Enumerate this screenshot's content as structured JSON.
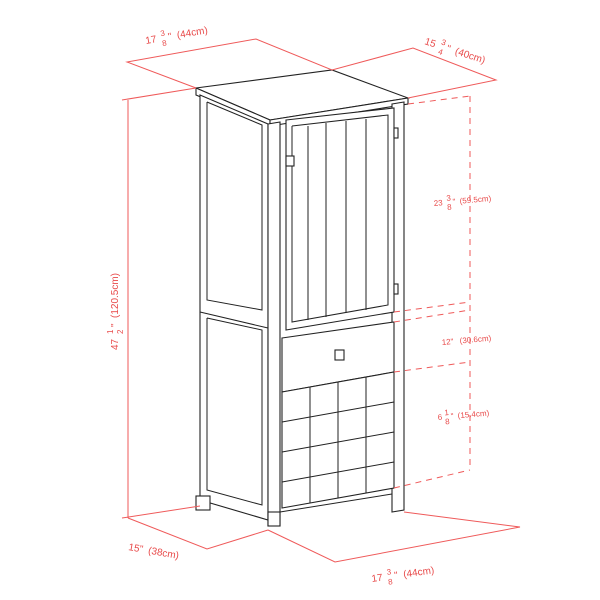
{
  "dimensions": {
    "top_width": {
      "whole": "17",
      "num": "3",
      "den": "8",
      "unit": "\"",
      "metric": "(44cm)"
    },
    "top_depth": {
      "whole": "15",
      "num": "3",
      "den": "4",
      "unit": "\"",
      "metric": "(40cm)"
    },
    "height": {
      "whole": "47",
      "num": "1",
      "den": "2",
      "unit": "\"",
      "metric": "(120.5cm)"
    },
    "door_height": {
      "whole": "23",
      "num": "3",
      "den": "8",
      "unit": "\"",
      "metric": "(59.5cm)"
    },
    "middle_height": {
      "text": "12\"",
      "metric": "(30.6cm)"
    },
    "rack_height": {
      "whole": "6",
      "num": "1",
      "den": "8",
      "unit": "\"",
      "metric": "(15.4cm)"
    },
    "bottom_depth": {
      "text": "15\"",
      "metric": "(38cm)"
    },
    "bottom_width": {
      "whole": "17",
      "num": "3",
      "den": "8",
      "unit": "\"",
      "metric": "(44cm)"
    }
  },
  "colors": {
    "dimension_lines": "#ef5a5a",
    "outline": "#222222"
  }
}
